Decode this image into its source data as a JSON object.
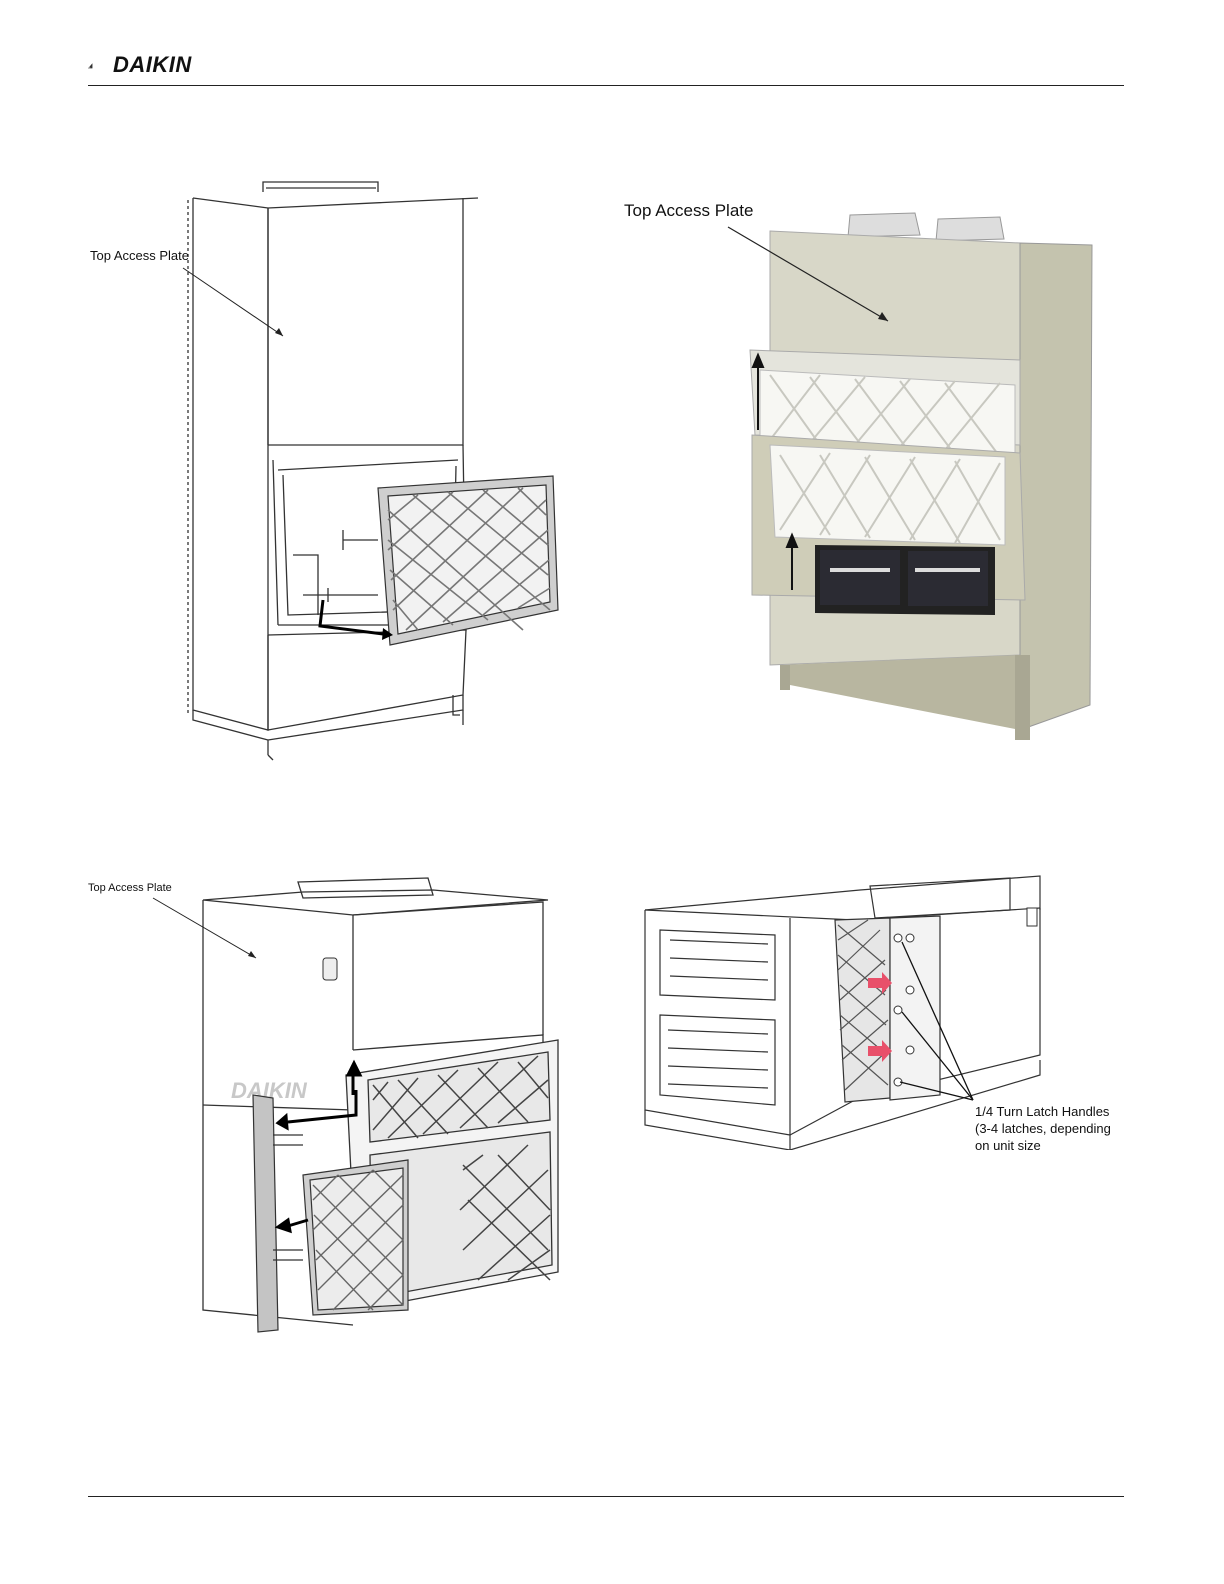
{
  "header": {
    "brand": "DAIKIN"
  },
  "figures": [
    {
      "callout": "Top Access Plate"
    },
    {
      "callout": "Top Access Plate"
    },
    {
      "callout": "Top Access Plate"
    },
    {
      "callout_lines": [
        "1/4 Turn Latch Handles",
        "(3-4 latches, depending",
        "on unit size"
      ]
    }
  ],
  "colors": {
    "text": "#111111",
    "unit_beige": "#c9c7b4",
    "arrow_red": "#e8506a"
  }
}
